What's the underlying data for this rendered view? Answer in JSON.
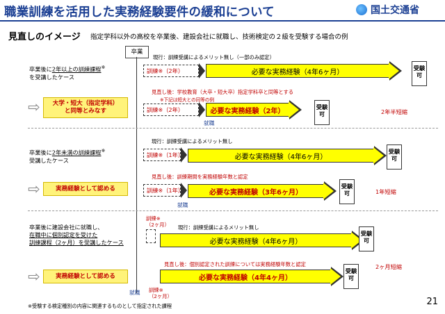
{
  "header": {
    "title": "職業訓練を活用した実務経験要件の緩和について",
    "ministry": "国土交通省"
  },
  "section": {
    "heading": "見直しのイメージ",
    "description": "指定学科以外の高校を卒業後、建設会社に就職し、技術検定の２級を受験する場合の例",
    "graduation": "卒業"
  },
  "cases": [
    {
      "condition_l1": "卒業後に",
      "condition_u": "2年以上の訓練課程",
      "condition_mark": "※",
      "condition_l2": "を受講したケース",
      "result": "大学・短大（指定学科）\nと同等とみなす",
      "current_note": "現行：訓練受講によるメリット無し（一部のみ認定）",
      "current_training": "訓練※（2年）",
      "current_experience": "必要な実務経験（4年6ヶ月）",
      "revised_note": "見直し後：学校教育（大卒・短大卒）指定学科卒と同等とする",
      "revised_subnote": "※下記は短大との同等の例",
      "revised_training": "訓練※（2年）",
      "revised_experience": "必要な実務経験（2年）",
      "employment": "就職",
      "exam": "受験可",
      "reduction": "2年半短縮"
    },
    {
      "condition_l1": "卒業後に",
      "condition_u": "2年未満の訓練課程",
      "condition_mark": "※",
      "condition_l2": "受講したケース",
      "result": "実務経験として認める",
      "current_note": "現行：訓練受講によるメリット無し",
      "current_training": "訓練※（1年）",
      "current_experience": "必要な実務経験（4年6ヶ月）",
      "revised_note": "見直し後：訓練期間を実務経験年数と認定",
      "revised_training": "訓練※（1年）",
      "revised_experience": "必要な実務経験（3年6ヶ月）",
      "employment": "就職",
      "exam": "受験可",
      "reduction": "1年短縮"
    },
    {
      "condition_l1": "卒業後に建設会社に就職し、",
      "condition_l2": "在職中に個別認定を受けた",
      "condition_l3": "訓練課程（2ヶ月）を受講したケース",
      "result": "実務経験として認める",
      "current_training": "訓練※\n（2ヶ月）",
      "current_note": "現行：訓練受講によるメリット無し",
      "current_experience": "必要な実務経験（4年6ヶ月）",
      "revised_note": "見直し後：個別認定された訓練については実務経験年数と認定",
      "revised_experience": "必要な実務経験（4年4ヶ月）",
      "revised_training": "訓練※\n（2ヶ月）",
      "employment": "就職",
      "exam": "受験可",
      "reduction": "2ヶ月短縮"
    }
  ],
  "footnote": "※受験する検定種別の内容に関連するものとして指定された課程",
  "page_number": "21"
}
